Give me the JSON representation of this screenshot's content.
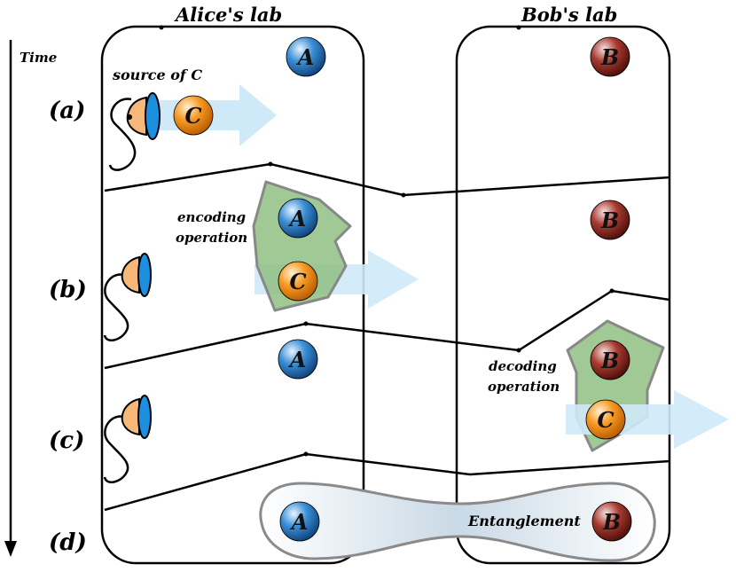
{
  "labs": {
    "alice": "Alice's lab",
    "bob": "Bob's lab"
  },
  "time_label": "Time",
  "rows": [
    "(a)",
    "(b)",
    "(c)",
    "(d)"
  ],
  "annotations": {
    "source": "source of C",
    "encoding_line1": "encoding",
    "encoding_line2": "operation",
    "decoding_line1": "decoding",
    "decoding_line2": "operation",
    "entanglement": "Entanglement"
  },
  "particles": {
    "a": "A",
    "b": "B",
    "c": "C"
  },
  "colors": {
    "particle_a": "#2f7fc4",
    "particle_b": "#8f2a22",
    "particle_c": "#f08a1c",
    "operation_fill": "#8fbf82",
    "arrow": "#cfe9f8",
    "entanglement_fill": "#dfe8ef"
  }
}
